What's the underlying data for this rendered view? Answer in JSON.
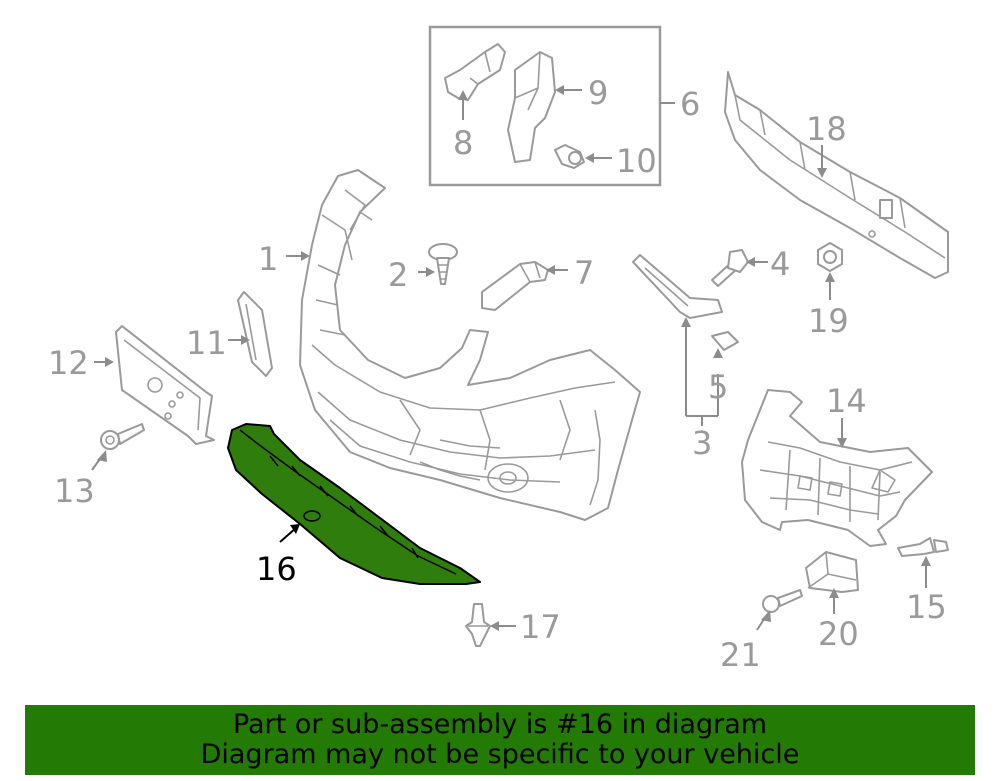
{
  "callouts": {
    "c1": "1",
    "c2": "2",
    "c3": "3",
    "c4": "4",
    "c5": "5",
    "c6": "6",
    "c7": "7",
    "c8": "8",
    "c9": "9",
    "c10": "10",
    "c11": "11",
    "c12": "12",
    "c13": "13",
    "c14": "14",
    "c15": "15",
    "c16": "16",
    "c17": "17",
    "c18": "18",
    "c19": "19",
    "c20": "20",
    "c21": "21"
  },
  "highlight": {
    "part_number": "16",
    "color": "#2f7d0c"
  },
  "banner": {
    "line1": "Part or sub-assembly is #16 in diagram",
    "line2": "Diagram may not be specific to your vehicle",
    "background": "#237a04"
  }
}
